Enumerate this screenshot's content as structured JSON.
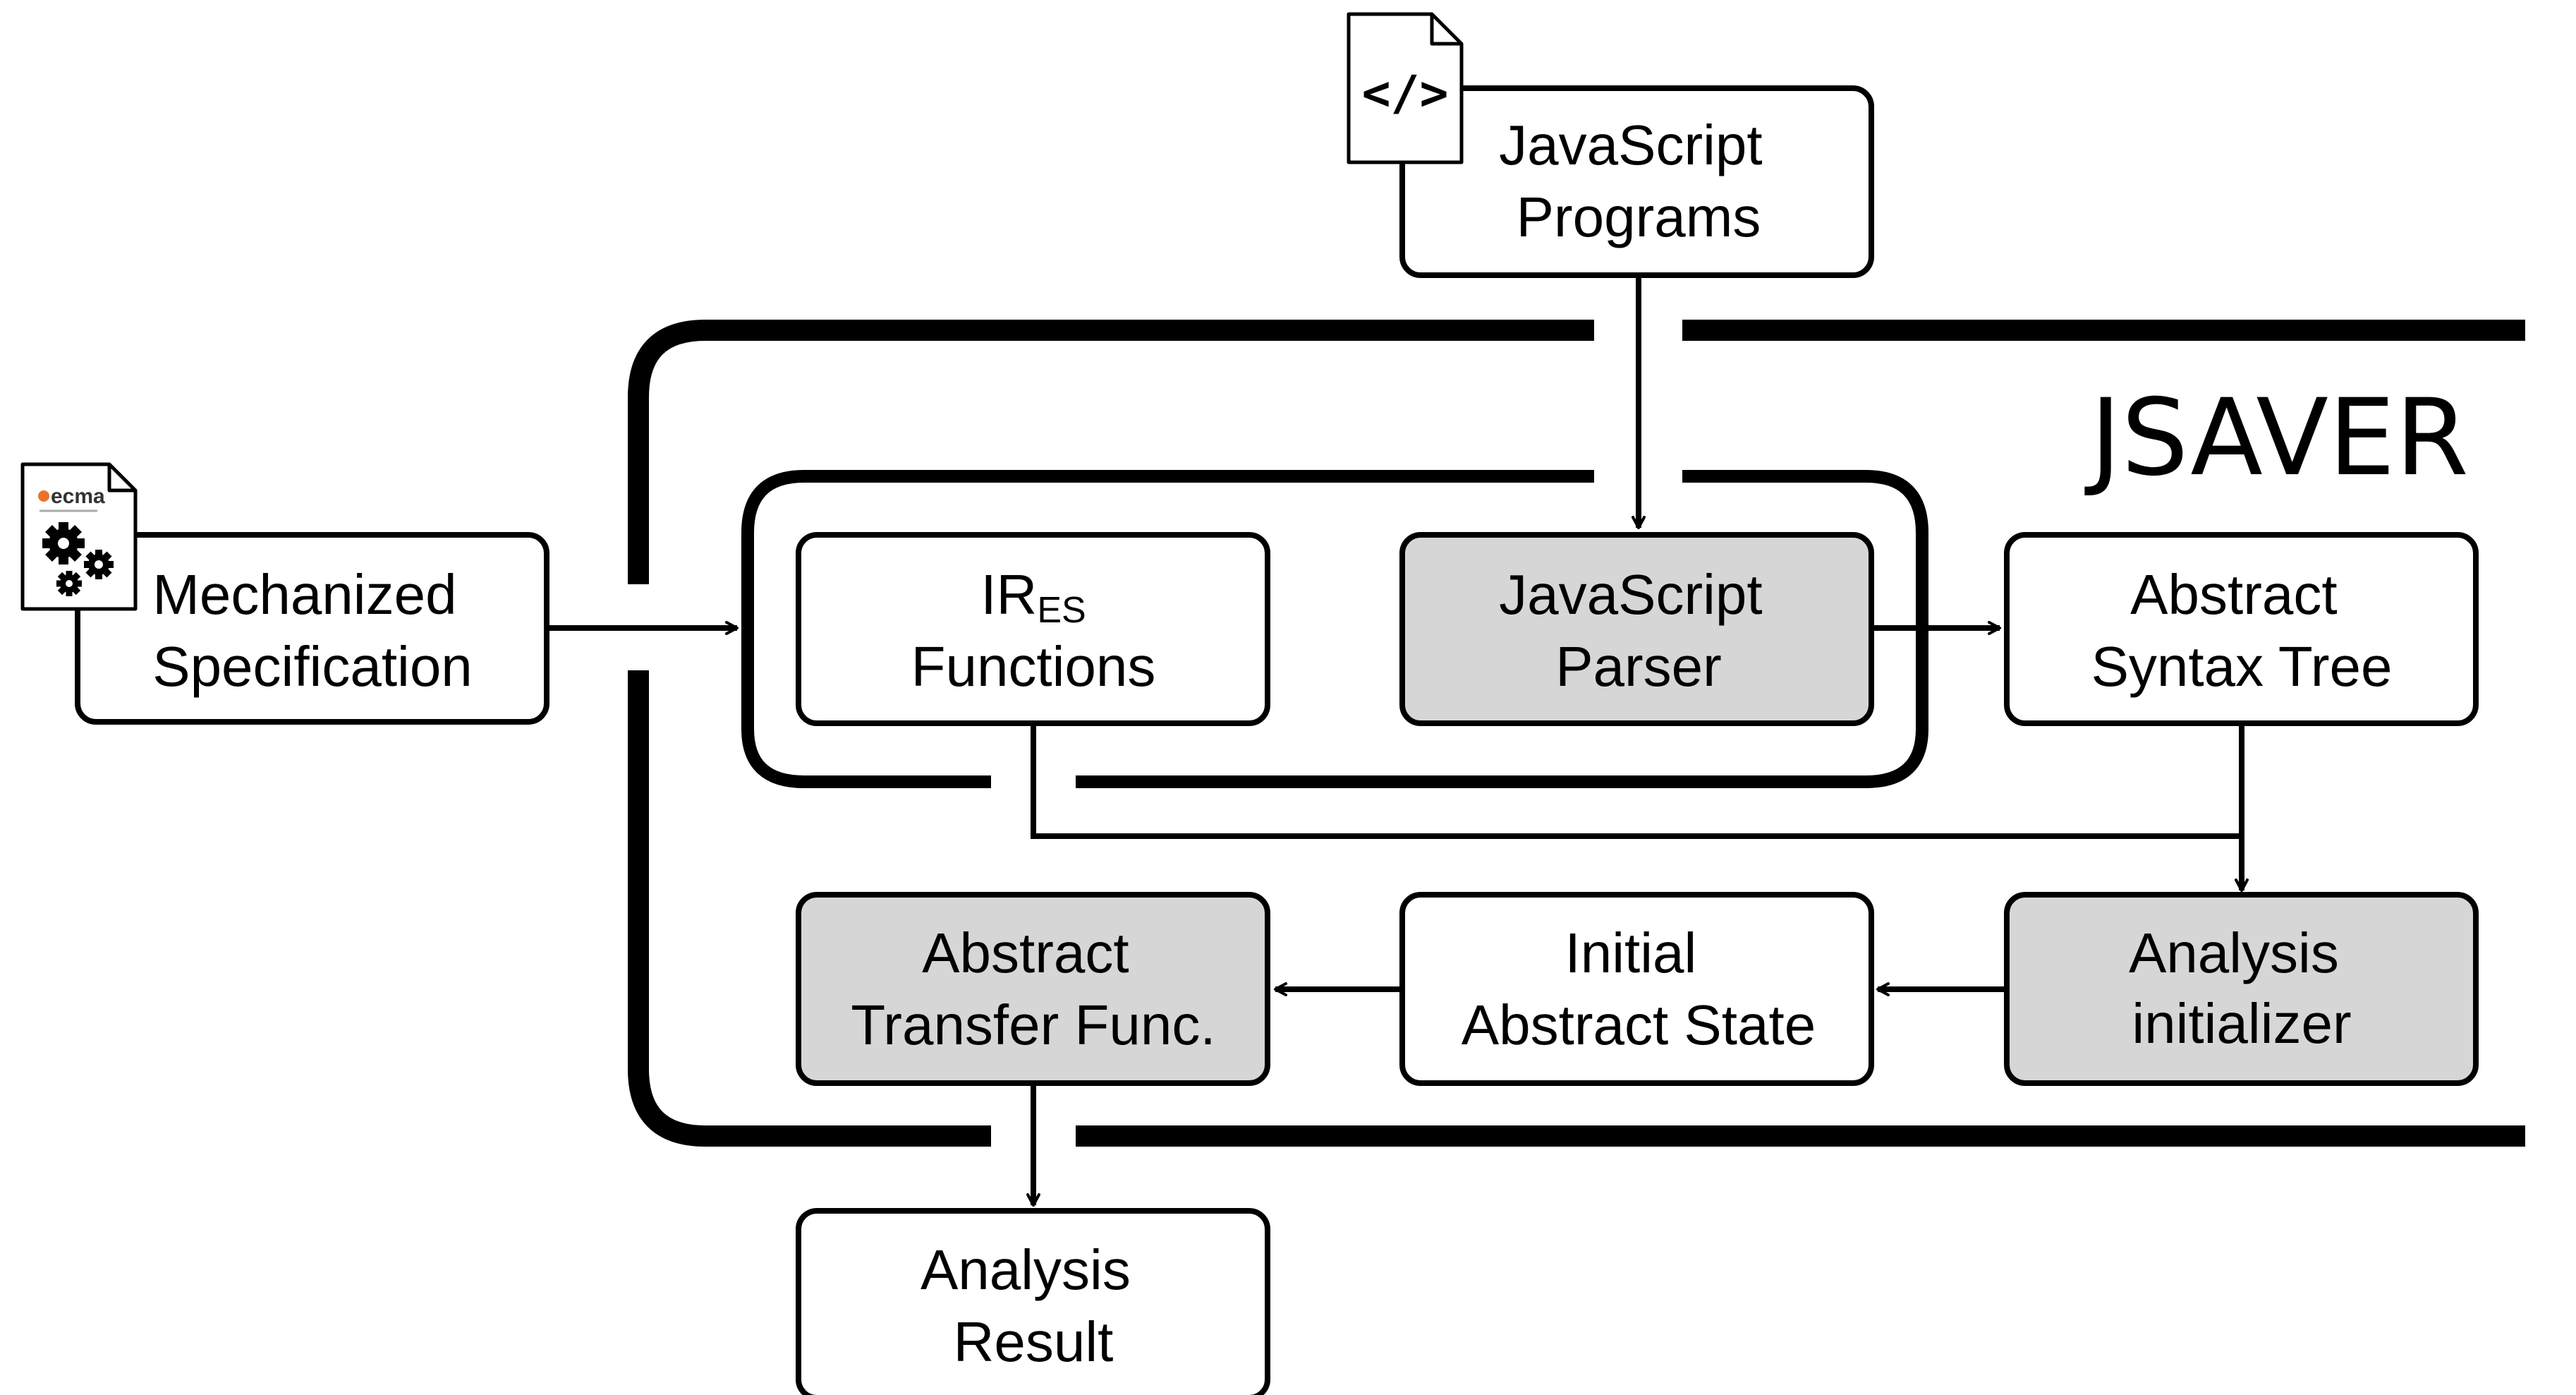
{
  "system": {
    "name": "JSAVER"
  },
  "inputs": {
    "specification": {
      "line1": "Mechanized",
      "line2": "Specification",
      "icon": "ecma-spec-gears-file-icon",
      "icon_logo_text": "ecma"
    },
    "programs": {
      "line1": "JavaScript",
      "line2": "Programs",
      "icon": "code-file-icon",
      "icon_glyph": "</>"
    }
  },
  "components": {
    "ir_functions": {
      "line1_main": "IR",
      "line1_sub": "ES",
      "line2": "Functions",
      "shaded": false
    },
    "parser": {
      "line1": "JavaScript",
      "line2": "Parser",
      "shaded": true
    },
    "ast": {
      "line1": "Abstract",
      "line2": "Syntax Tree",
      "shaded": false
    },
    "initializer": {
      "line1": "Analysis",
      "line2": "initializer",
      "shaded": true
    },
    "initial_state": {
      "line1": "Initial",
      "line2": "Abstract State",
      "shaded": false
    },
    "transfer": {
      "line1": "Abstract",
      "line2": "Transfer Func.",
      "shaded": true
    },
    "result": {
      "line1": "Analysis",
      "line2": "Result",
      "shaded": false
    }
  },
  "colors": {
    "stroke": "#000000",
    "box_fill": "#ffffff",
    "shaded_fill": "#d6d6d6",
    "ecma_orange": "#e8742a",
    "background": "#ffffff"
  }
}
